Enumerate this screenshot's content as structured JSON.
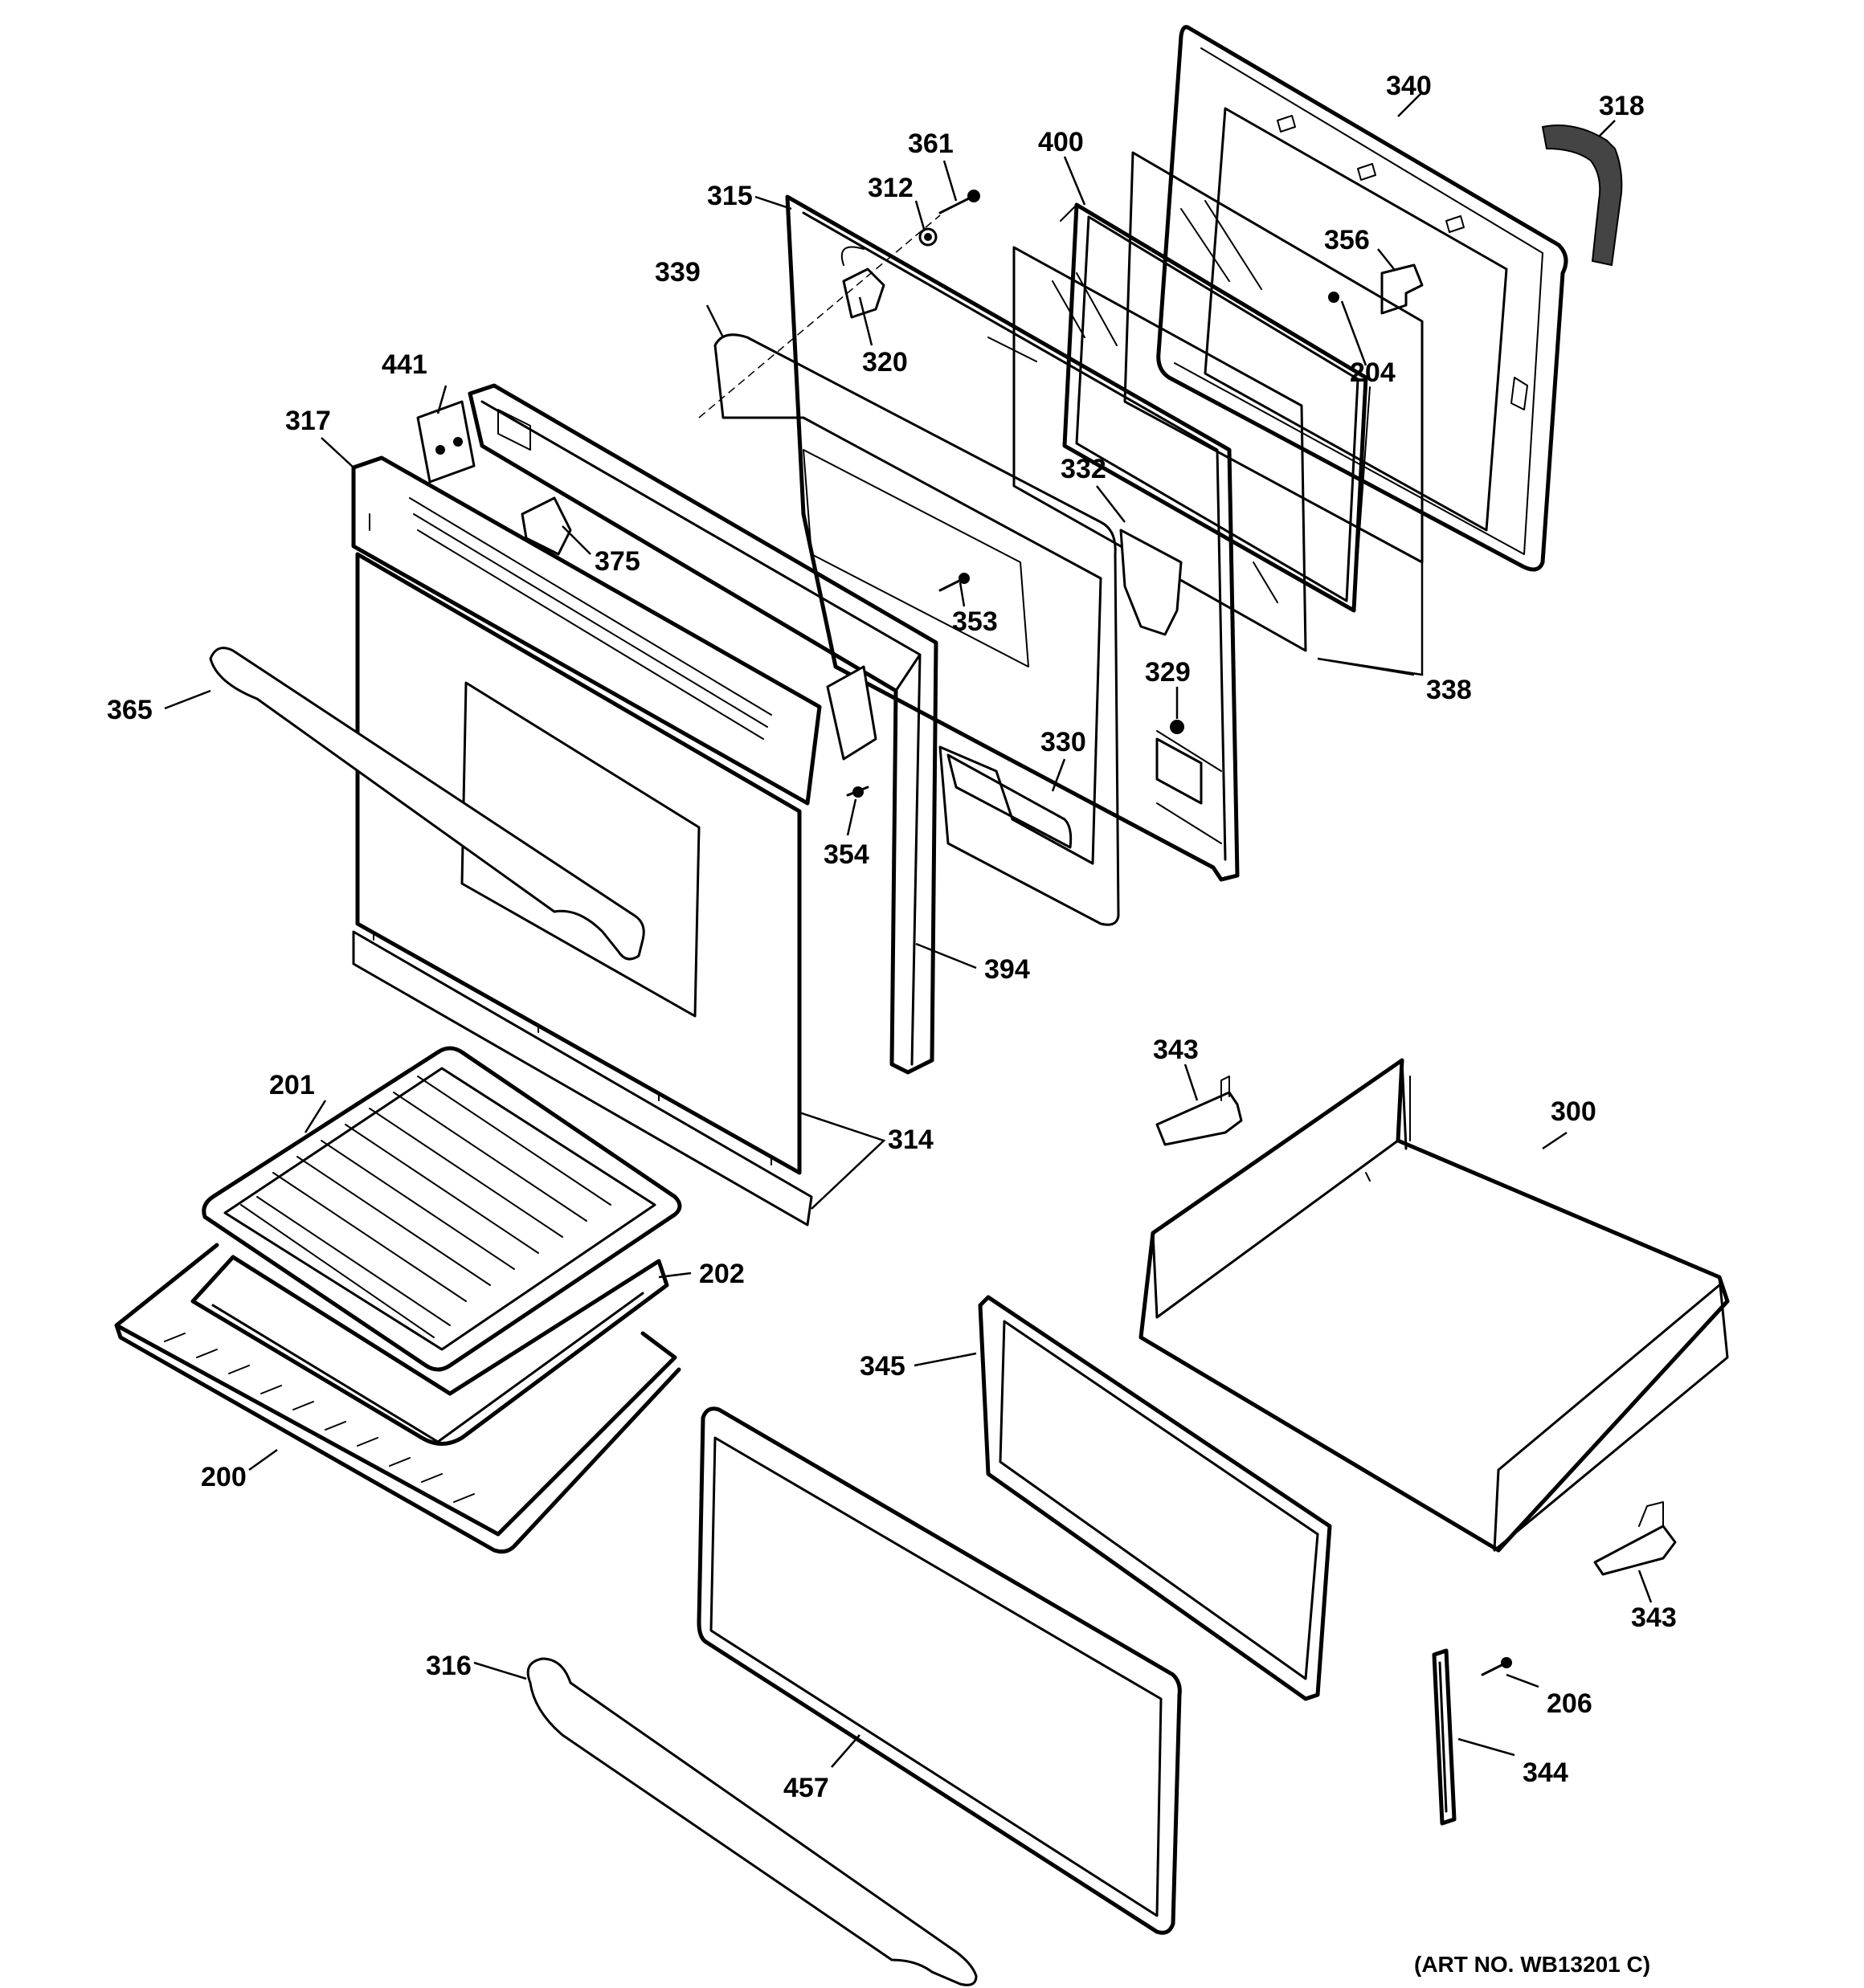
{
  "diagram": {
    "art_number": "(ART NO. WB13201 C)",
    "callouts": {
      "c340": "340",
      "c318": "318",
      "c400": "400",
      "c361": "361",
      "c312": "312",
      "c315": "315",
      "c356": "356",
      "c339": "339",
      "c320": "320",
      "c204": "204",
      "c441": "441",
      "c317": "317",
      "c332": "332",
      "c375": "375",
      "c353": "353",
      "c338": "338",
      "c329": "329",
      "c365": "365",
      "c330": "330",
      "c354": "354",
      "c394": "394",
      "c343a": "343",
      "c300": "300",
      "c201": "201",
      "c314": "314",
      "c202": "202",
      "c345": "345",
      "c200": "200",
      "c343b": "343",
      "c316": "316",
      "c206": "206",
      "c457": "457",
      "c344": "344"
    }
  }
}
